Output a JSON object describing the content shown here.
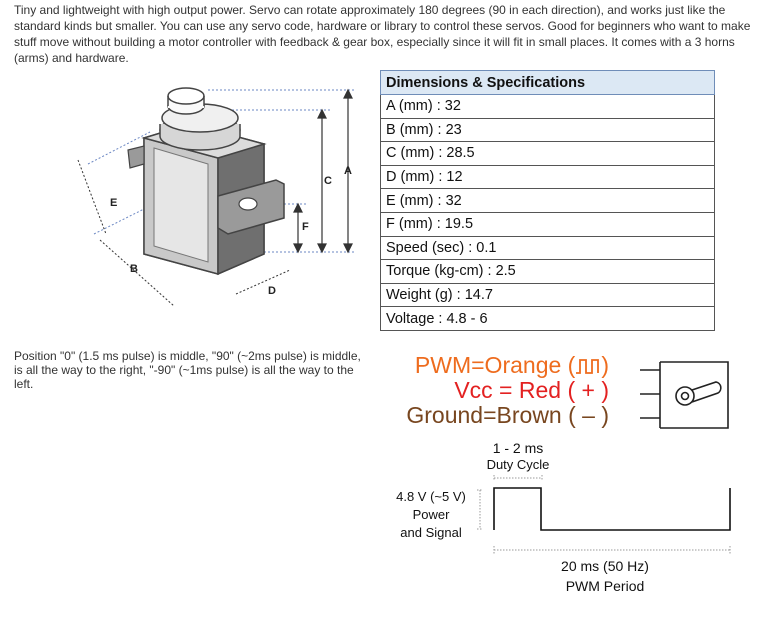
{
  "intro_text": "Tiny and lightweight with high output power. Servo can rotate approximately 180 degrees  (90 in each direction), and works just like the standard kinds but smaller. You can use any servo code, hardware or library to control these servos. Good for beginners who want to make stuff move without building a motor controller with feedback & gear box, especially since it will fit in small places. It comes with a 3 horns (arms) and hardware.",
  "diagram_labels": {
    "a": "A",
    "b": "B",
    "c": "C",
    "d": "D",
    "e": "E",
    "f": "F"
  },
  "specs": {
    "header": "Dimensions & Specifications",
    "rows": [
      "A (mm) : 32",
      "B (mm) : 23",
      "C (mm) : 28.5",
      "D (mm) : 12",
      "E (mm) : 32",
      "F (mm) : 19.5",
      "Speed (sec) : 0.1",
      "Torque (kg-cm) : 2.5",
      "Weight (g) : 14.7",
      "Voltage : 4.8 - 6"
    ]
  },
  "position_note": "Position \"0\" (1.5 ms pulse) is middle, \"90\" (~2ms pulse) is middle, is all the way to the right, \"-90\" (~1ms pulse) is all the way to the left.",
  "wires": {
    "pwm": "PWM=Orange (",
    "pwm_close": ")",
    "vcc": "Vcc = Red ( + )",
    "ground": "Ground=Brown ( – )"
  },
  "waveform": {
    "duty_time": "1 - 2 ms",
    "duty_label": "Duty Cycle",
    "voltage": "4.8 V (~5 V)",
    "power_signal_1": "Power",
    "power_signal_2": "and Signal",
    "period_time": "20 ms (50 Hz)",
    "period_label": "PWM Period"
  },
  "colors": {
    "orange": "#ee6c1e",
    "red": "#e32121",
    "brown": "#78461f",
    "header_bg": "#dce8f4"
  }
}
